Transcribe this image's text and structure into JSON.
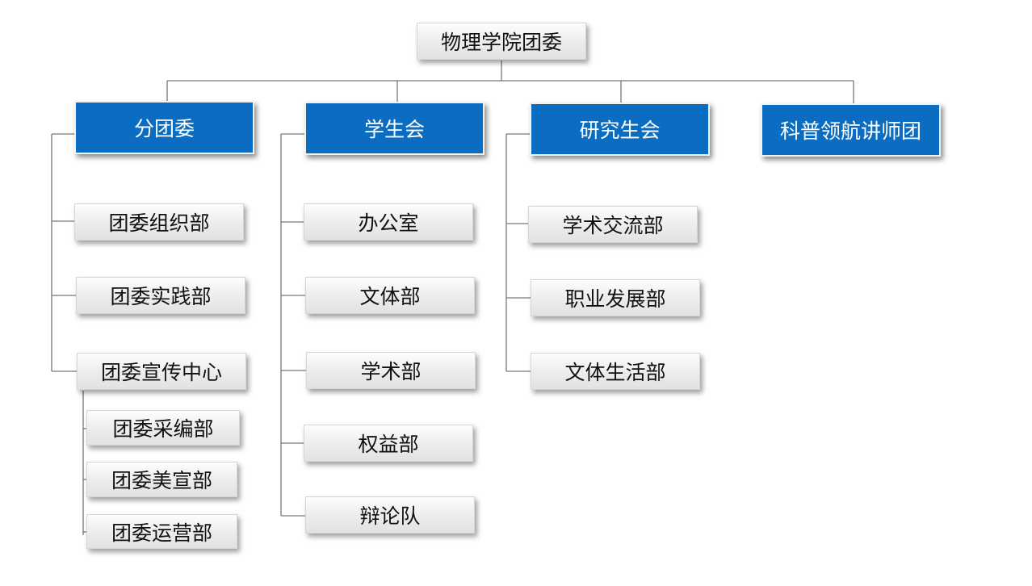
{
  "root": {
    "label": "物理学院团委"
  },
  "branches": [
    {
      "label": "分团委",
      "children": [
        {
          "label": "团委组织部"
        },
        {
          "label": "团委实践部"
        },
        {
          "label": "团委宣传中心",
          "children": [
            "团委采编部",
            "团委美宣部",
            "团委运营部"
          ]
        }
      ]
    },
    {
      "label": "学生会",
      "children": [
        {
          "label": "办公室"
        },
        {
          "label": "文体部"
        },
        {
          "label": "学术部"
        },
        {
          "label": "权益部"
        },
        {
          "label": "辩论队"
        }
      ]
    },
    {
      "label": "研究生会",
      "children": [
        {
          "label": "学术交流部"
        },
        {
          "label": "职业发展部"
        },
        {
          "label": "文体生活部"
        }
      ]
    },
    {
      "label": "科普领航讲师团",
      "children": []
    }
  ],
  "colors": {
    "branch_fill": "#0a6dc2",
    "connector": "#777777"
  }
}
